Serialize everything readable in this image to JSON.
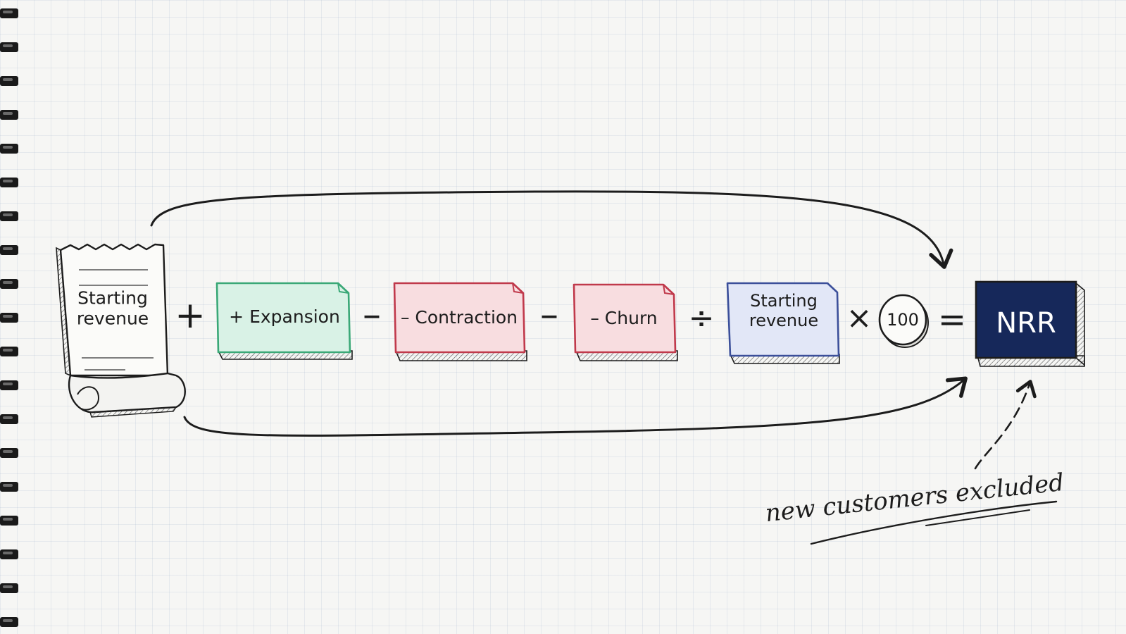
{
  "diagram": {
    "terms": {
      "starting_revenue": "Starting\nrevenue",
      "expansion": "+ Expansion",
      "contraction": "– Contraction",
      "churn": "– Churn",
      "divisor": "Starting\nrevenue",
      "multiplier": "100",
      "result": "NRR"
    },
    "operators": {
      "plus": "+",
      "minus_1": "–",
      "minus_2": "–",
      "divide": "÷",
      "times": "×",
      "equals": "="
    },
    "annotation": "new customers excluded",
    "colors": {
      "expansion_fill": "#d9f2e6",
      "expansion_stroke": "#3aa877",
      "negative_fill": "#f8dde0",
      "negative_stroke": "#c0394b",
      "divisor_fill": "#e2e7f7",
      "divisor_stroke": "#3b4f9a",
      "result_fill": "#16285a",
      "ink": "#1c1c1c"
    }
  }
}
